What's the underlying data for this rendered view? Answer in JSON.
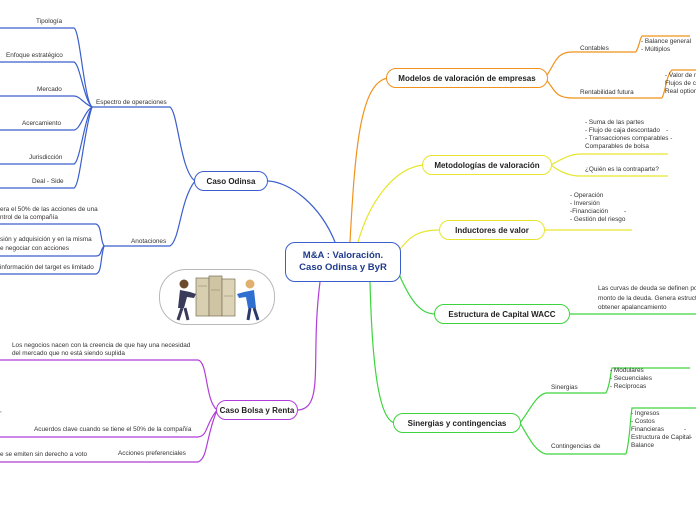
{
  "center": {
    "line1": "M&A : Valoración.",
    "line2": "Caso Odinsa y ByR"
  },
  "colors": {
    "blue": "#3a5fcd",
    "purple": "#b13ed8",
    "orange": "#f0921c",
    "yellow": "#e6e62e",
    "green": "#3dd43d"
  },
  "right": {
    "modelos": {
      "title": "Modelos de valoración de empresas",
      "contables": "Contables",
      "contables_items": [
        "- Balance general",
        "- Múltiplos"
      ],
      "rentabilidad": "Rentabilidad futura",
      "rentabilidad_items": [
        "- Valor de m",
        "Flujos de ca",
        "Real option"
      ]
    },
    "metodologias": {
      "title": "Metodologías de valoración",
      "items": [
        "- Suma de las partes",
        "- Flujo de caja descontado",
        "- Transacciones comparables -",
        "Comparables de bolsa"
      ],
      "dash": "-",
      "question": "¿Quién es la contraparte?"
    },
    "inductores": {
      "title": "Inductores de valor",
      "items": [
        "- Operación",
        "- Inversión",
        "-Financiación",
        "- Gestión del riesgo"
      ],
      "dash": "-"
    },
    "wacc": {
      "title": "Estructura de Capital WACC",
      "text": [
        "Las curvas de deuda se definen po",
        "monto de la deuda. Genera estruct",
        "obtener apalancamiento"
      ]
    },
    "sinergias": {
      "title": "Sinergias y contingencias",
      "sinergias": "Sinergias",
      "sinergias_items": [
        "- Modulares",
        "- Secuenciales",
        "- Recíprocas"
      ],
      "contingencias": "Contingencias de",
      "contingencias_items": [
        "- Ingresos",
        "- Costos",
        "Financieras",
        "Estructura de Capital",
        "Balance"
      ],
      "dash": "-"
    }
  },
  "left": {
    "odinsa": {
      "title": "Caso Odinsa",
      "espectro": "Espectro de operaciones",
      "espectro_items": [
        "Tipología",
        "Enfoque estratégico",
        "Mercado",
        "Acercamiento",
        "Jurisdicción",
        "Deal - Side"
      ],
      "anotaciones": "Anotaciones",
      "anot_items": [
        "era el 50% de las acciones de una",
        "ntrol de la compañía",
        "sión y adquisición y en la misma",
        "e negociar con acciones",
        "información del target es limitado"
      ]
    },
    "bolsa": {
      "title": "Caso Bolsa y Renta",
      "negocios": [
        "Los negocios nacen con la creencia de que hay una necesidad",
        "del mercado que no está siendo suplida"
      ],
      "acuerdos": "Acuerdos clave cuando se tiene el 50% de la compañía",
      "acciones": "Acciones preferenciales",
      "emiten": "e se emiten sin derecho a voto"
    }
  }
}
